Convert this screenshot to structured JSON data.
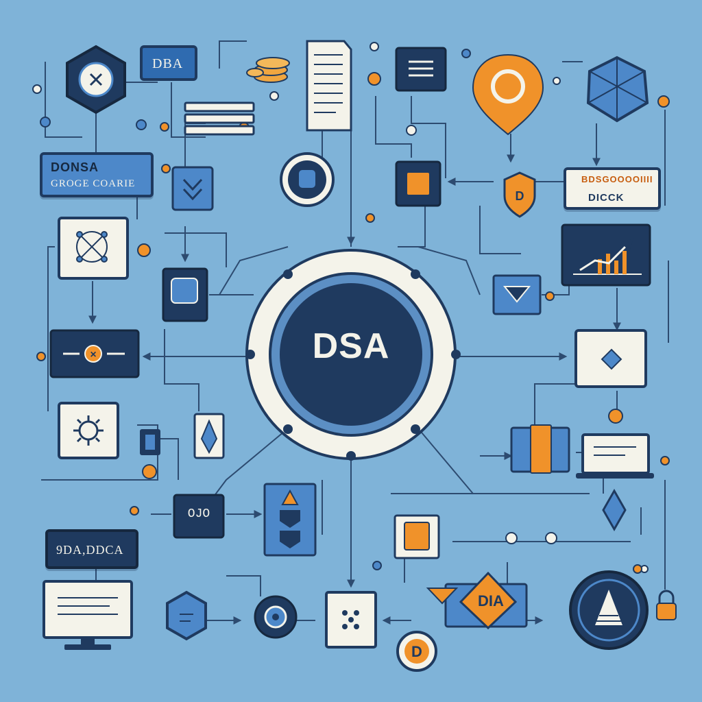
{
  "center": {
    "label": "DSA"
  },
  "labels": {
    "top_tag": "DBA",
    "left_banner_line1": "DONSA",
    "left_banner_line2": "GROGE COARIE",
    "right_card_line1": "BDSGOOOOIIII",
    "right_card_line2": "DICCK",
    "code_box": "OJO",
    "bottom_left_tag": "9DA,DDCA",
    "bottom_right_tag": "DIA"
  },
  "badges": {
    "shield": "D",
    "bottom_disc": "D",
    "close_symbol": "×"
  },
  "colors": {
    "background": "#7fb3d8",
    "navy": "#1f3a5f",
    "cream": "#f4f3ea",
    "orange": "#f0922a",
    "mid_blue": "#4d88c9"
  },
  "icons": [
    "hexagon-badge-icon",
    "coin-stack-icon",
    "document-icon",
    "map-pin-icon",
    "crystal-icon",
    "chevron-down-icon",
    "network-icon",
    "monitor-icon",
    "gear-icon",
    "line-chart-icon",
    "diamond-icon",
    "camera-icon",
    "cone-icon",
    "arrow-right-icon"
  ]
}
